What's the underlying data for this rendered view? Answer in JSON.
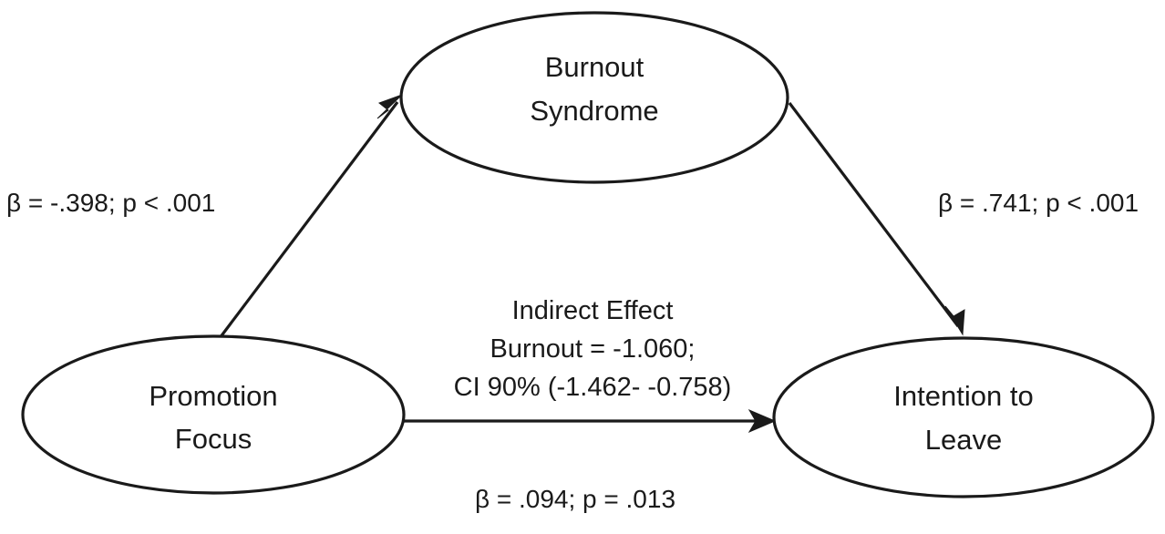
{
  "figure": {
    "type": "mediation-path-diagram",
    "background_color": "#ffffff",
    "stroke_color": "#1a1a1a",
    "text_color": "#1a1a1a"
  },
  "nodes": {
    "mediator": {
      "id": "burnout-syndrome",
      "line1": "Burnout",
      "line2": "Syndrome"
    },
    "predictor": {
      "id": "promotion-focus",
      "line1": "Promotion",
      "line2": "Focus"
    },
    "outcome": {
      "id": "intention-to-leave",
      "line1": "Intention to",
      "line2": "Leave"
    }
  },
  "paths": {
    "a_path": {
      "id": "promotion-focus-to-burnout",
      "label": "β = -.398; p < .001",
      "beta": -0.398,
      "p_text": "p < .001"
    },
    "b_path": {
      "id": "burnout-to-intention-to-leave",
      "label": "β = .741; p < .001",
      "beta": 0.741,
      "p_text": "p < .001"
    },
    "c_path": {
      "id": "promotion-focus-to-intention-to-leave",
      "label": "β = .094; p = .013",
      "beta": 0.094,
      "p_text": "p = .013"
    }
  },
  "indirect_effect": {
    "line1": "Indirect Effect",
    "line2": "Burnout = -1.060;",
    "line3": "CI 90%  (-1.462- -0.758)",
    "estimate": -1.06,
    "ci_level": "90%",
    "ci_lower": -1.462,
    "ci_upper": -0.758
  }
}
